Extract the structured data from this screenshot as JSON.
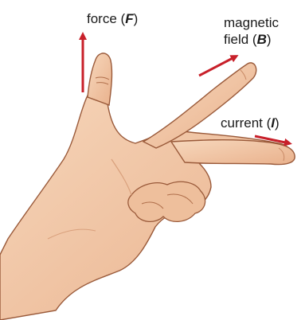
{
  "labels": {
    "force": {
      "text": "force (",
      "symbol": "F",
      "close": ")"
    },
    "field": {
      "line1": "magnetic",
      "line2_text": "field (",
      "symbol": "B",
      "close": ")"
    },
    "current": {
      "text": "current (",
      "symbol": "I",
      "close": ")"
    }
  },
  "colors": {
    "arrow": "#c8202a",
    "skin": "#f1c9a5",
    "skin_shadow": "#d9a07c",
    "outline": "#9a5a3a",
    "text": "#1a1a1a"
  },
  "icons": {
    "force_arrow": "arrow-up",
    "field_arrow": "arrow-up-right",
    "current_arrow": "arrow-right"
  }
}
